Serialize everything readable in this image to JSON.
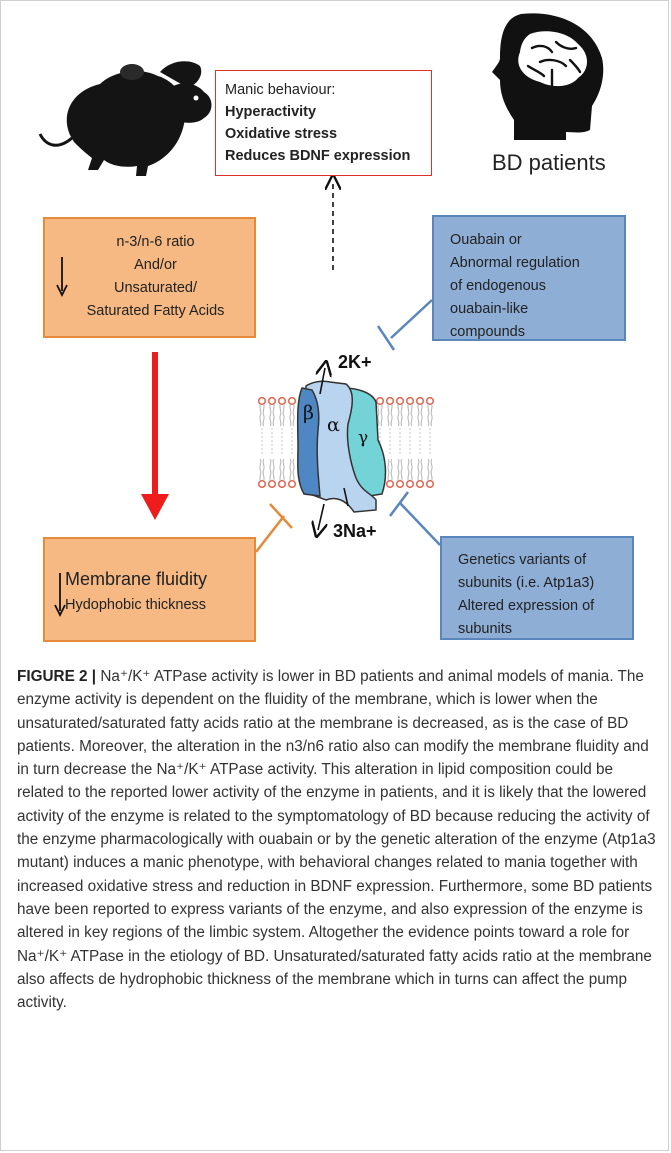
{
  "figure": {
    "manic_box": {
      "heading": "Manic behaviour:",
      "items": [
        "Hyperactivity",
        "Oxidative stress",
        "Reduces BDNF expression"
      ]
    },
    "bd_patients_label": "BD patients",
    "fatty_acid_box": {
      "lines": [
        "n-3/n-6 ratio",
        "And/or",
        "Unsaturated/",
        "Saturated Fatty Acids"
      ]
    },
    "membrane_box": {
      "line1": "Membrane fluidity",
      "line2": "Hydophobic thickness"
    },
    "ouabain_box": {
      "lines": [
        "Ouabain or",
        "Abnormal regulation",
        "of endogenous",
        "ouabain-like",
        "compounds"
      ]
    },
    "genetics_box": {
      "lines": [
        "Genetics variants of",
        "subunits (i.e. Atp1a3)",
        "Altered expression of",
        "subunits"
      ]
    },
    "pump_labels": {
      "k": "2K+",
      "na": "3Na+",
      "beta": "β",
      "alpha": "α",
      "gamma": "γ"
    },
    "colors": {
      "orange_fill": "#f7b983",
      "blue_fill": "#8eaed6",
      "red_arrow": "#ee1c1c",
      "manic_border": "#e0302a"
    }
  },
  "caption": {
    "label": "FIGURE 2 |",
    "text": "Na⁺/K⁺ ATPase activity is lower in BD patients and animal models of mania. The enzyme activity is dependent on the fluidity of the membrane, which is lower when the unsaturated/saturated fatty acids ratio at the membrane is decreased, as is the case of BD patients. Moreover, the alteration in the n3/n6 ratio also can modify the membrane fluidity and in turn decrease the Na⁺/K⁺ ATPase activity. This alteration in lipid composition could be related to the reported lower activity of the enzyme in patients, and it is likely that the lowered activity of the enzyme is related to the symptomatology of BD because reducing the activity of the enzyme pharmacologically with ouabain or by the genetic alteration of the enzyme (Atp1a3 mutant) induces a manic phenotype, with behavioral changes related to mania together with increased oxidative stress and reduction in BDNF expression. Furthermore, some BD patients have been reported to express variants of the enzyme, and also expression of the enzyme is altered in key regions of the limbic system. Altogether the evidence points toward a role for Na⁺/K⁺ ATPase in the etiology of BD. Unsaturated/saturated fatty acids ratio at the membrane also affects de hydrophobic thickness of the membrane which in turns can affect the pump activity."
  }
}
